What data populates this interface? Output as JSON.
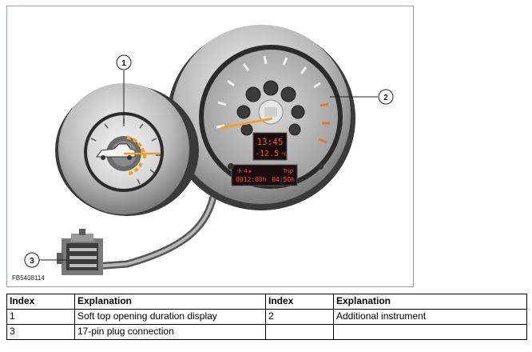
{
  "figure": {
    "id": "FB5408114",
    "callouts": [
      "1",
      "2",
      "3"
    ],
    "small_display": {
      "time": "13:45",
      "temp": "-12.5",
      "temp_unit": "°C"
    },
    "bottom_display": {
      "left_top": "✈ 4 ▸",
      "right_top": "Trip",
      "left_bottom": "0012:00h",
      "right_bottom": "04:50h"
    }
  },
  "table": {
    "headers": [
      "Index",
      "Explanation",
      "Index",
      "Explanation"
    ],
    "rows": [
      [
        "1",
        "Soft top opening duration display",
        "2",
        "Additional instrument"
      ],
      [
        "3",
        "17-pin plug connection",
        "",
        ""
      ]
    ]
  }
}
